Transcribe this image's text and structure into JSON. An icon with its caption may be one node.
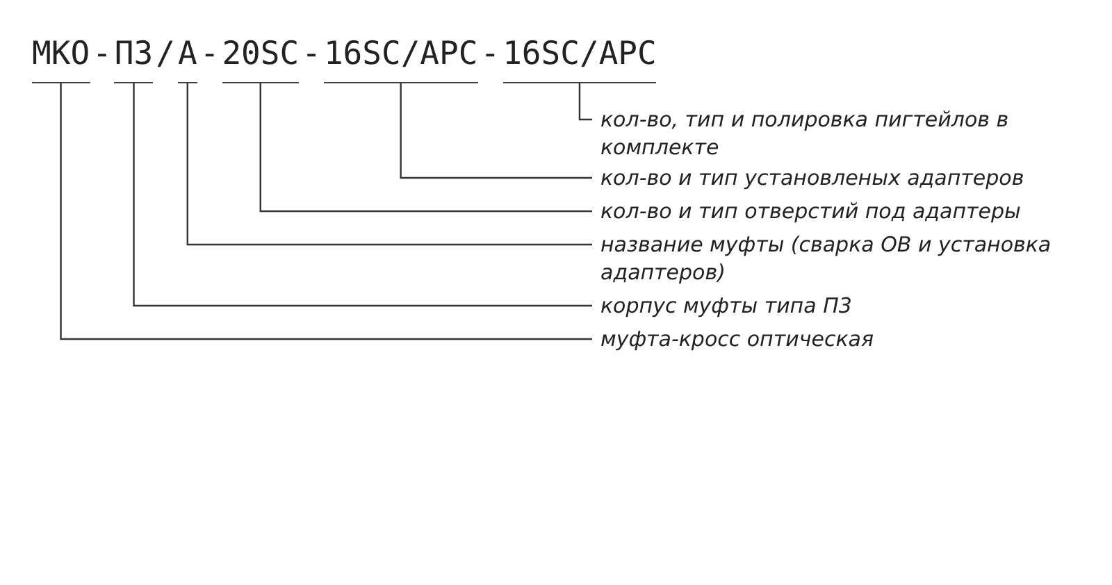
{
  "diagram": {
    "nodes": [
      {
        "text": [
          "МКО"
        ]
      },
      {
        "text": [
          "П3"
        ]
      },
      {
        "text": [
          "А"
        ]
      },
      {
        "text": [
          "20SC"
        ]
      },
      {
        "text": [
          "16SC/APC"
        ]
      },
      {
        "text": [
          "16SC/APC"
        ]
      },
      {
        "text": [
          "кол-во, тип и полировка пигтейлов в комплекте"
        ]
      },
      {
        "text": [
          "кол-во и тип установленых адаптеров"
        ]
      },
      {
        "text": [
          "кол-во и тип отверстий под адаптеры"
        ]
      },
      {
        "text": [
          "название муфты (сварка ОВ и установка адаптеров)"
        ]
      },
      {
        "text": [
          "корпус муфты типа П3"
        ]
      },
      {
        "text": [
          "муфта-кросс оптическая"
        ]
      }
    ],
    "edges": [
      {
        "from": 6,
        "to": 5,
        "arrow": "none"
      },
      {
        "from": 7,
        "to": 4,
        "arrow": "none"
      },
      {
        "from": 8,
        "to": 3,
        "arrow": "none"
      },
      {
        "from": 9,
        "to": 2,
        "arrow": "none"
      },
      {
        "from": 10,
        "to": 1,
        "arrow": "none"
      },
      {
        "from": 11,
        "to": 0,
        "arrow": "none"
      }
    ],
    "labels": [
      "-",
      "/",
      "-",
      "-",
      "-"
    ]
  }
}
